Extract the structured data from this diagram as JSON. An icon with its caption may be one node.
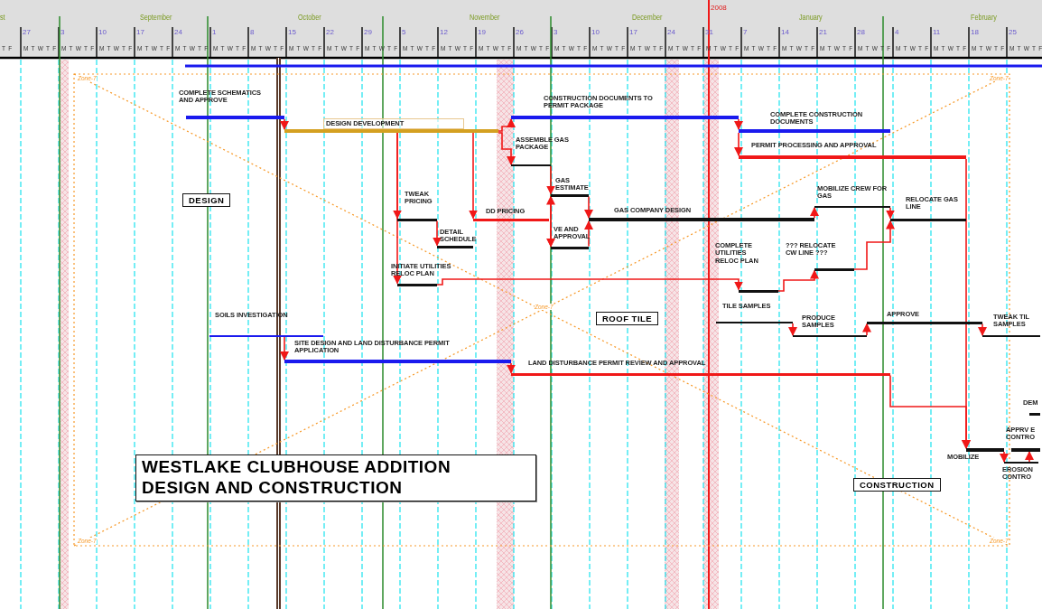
{
  "diagram": {
    "title": "WESTLAKE CLUBHOUSE ADDITION DESIGN AND CONSTRUCTION",
    "nodes": [
      {
        "text": [],
        "shape": "bar",
        "beside": [
          "COMPLETE SCHEMATICS AND APPROVE"
        ]
      },
      {
        "text": [],
        "shape": "bar",
        "beside": [
          "DESIGN DEVELOPMENT"
        ]
      },
      {
        "text": [],
        "shape": "bar",
        "beside": [
          "CONSTRUCTION DOCUMENTS TO PERMIT PACKAGE"
        ]
      },
      {
        "text": [],
        "shape": "bar",
        "beside": [
          "COMPLETE CONSTRUCTION DOCUMENTS"
        ]
      },
      {
        "text": [],
        "shape": "bar",
        "beside": [
          "PERMIT PROCESSING AND APPROVAL"
        ]
      },
      {
        "text": [],
        "shape": "bar",
        "beside": [
          "ASSEMBLE GAS PACKAGE"
        ]
      },
      {
        "text": [],
        "shape": "bar",
        "beside": [
          "GAS ESTIMATE"
        ]
      },
      {
        "text": [],
        "shape": "bar",
        "beside": [
          "VE AND APPROVAL"
        ]
      },
      {
        "text": [],
        "shape": "bar",
        "beside": [
          "GAS COMPANY DESIGN"
        ]
      },
      {
        "text": [],
        "shape": "bar",
        "beside": [
          "MOBILIZE CREW FOR GAS"
        ]
      },
      {
        "text": [],
        "shape": "bar",
        "beside": [
          "RELOCATE GAS LINE"
        ]
      },
      {
        "text": [],
        "shape": "bar",
        "beside": [
          "TWEAK PRICING"
        ]
      },
      {
        "text": [],
        "shape": "bar",
        "beside": [
          "DETAIL SCHEDULE"
        ]
      },
      {
        "text": [],
        "shape": "bar",
        "beside": [
          "DD PRICING"
        ]
      },
      {
        "text": [],
        "shape": "bar",
        "beside": [
          "INITIATE UTILITIES RELOC PLAN"
        ]
      },
      {
        "text": [],
        "shape": "bar",
        "beside": [
          "COMPLETE UTILITIES RELOC PLAN"
        ]
      },
      {
        "text": [],
        "shape": "bar",
        "beside": [
          "??? RELOCATE CW LINE ???"
        ]
      },
      {
        "text": [],
        "shape": "bar",
        "beside": [
          "SOILS INVESTIGATION"
        ]
      },
      {
        "text": [],
        "shape": "bar",
        "beside": [
          "SITE DESIGN AND LAND DISTURBANCE PERMIT APPLICATION"
        ]
      },
      {
        "text": [],
        "shape": "bar",
        "beside": [
          "LAND DISTURBANCE PERMIT REVIEW AND APPROVAL"
        ]
      },
      {
        "text": [],
        "shape": "bar",
        "beside": [
          "TILE SAMPLES"
        ]
      },
      {
        "text": [],
        "shape": "bar",
        "beside": [
          "PRODUCE SAMPLES"
        ]
      },
      {
        "text": [],
        "shape": "bar",
        "beside": [
          "APPROVE"
        ]
      },
      {
        "text": [],
        "shape": "bar",
        "beside": [
          "TWEAK TIL SAMPLES"
        ]
      },
      {
        "text": [],
        "shape": "bar",
        "beside": [
          "MOBILIZE"
        ]
      },
      {
        "text": [],
        "shape": "bar",
        "beside": [
          "EROSION CONTRO"
        ]
      },
      {
        "text": [],
        "shape": "bar",
        "beside": [
          "APPRV E CONTRO"
        ]
      },
      {
        "text": [],
        "shape": "bar",
        "beside": [
          "DEM"
        ]
      },
      {
        "text": [
          "DESIGN"
        ]
      },
      {
        "text": [
          "ROOF TILE"
        ]
      },
      {
        "text": [
          "CONSTRUCTION"
        ]
      }
    ],
    "edges": [
      {
        "from": 0,
        "to": 1,
        "arrow": "to"
      },
      {
        "from": 1,
        "to": 11,
        "arrow": "to"
      },
      {
        "from": 1,
        "to": 14,
        "arrow": "to"
      },
      {
        "from": 1,
        "to": 13,
        "arrow": "to"
      },
      {
        "from": 1,
        "to": 2,
        "arrow": "to"
      },
      {
        "from": 1,
        "to": 5,
        "arrow": "to"
      },
      {
        "from": 11,
        "to": 12,
        "arrow": "to"
      },
      {
        "from": 5,
        "to": 6,
        "arrow": "to"
      },
      {
        "from": 6,
        "to": 7,
        "arrow": "to"
      },
      {
        "from": 13,
        "to": 6,
        "arrow": "to"
      },
      {
        "from": 13,
        "to": 7,
        "arrow": "to"
      },
      {
        "from": 6,
        "to": 8,
        "arrow": "to"
      },
      {
        "from": 7,
        "to": 8,
        "arrow": "to"
      },
      {
        "from": 2,
        "to": 3,
        "arrow": "to"
      },
      {
        "from": 3,
        "to": 4,
        "arrow": "to"
      },
      {
        "from": 8,
        "to": 9,
        "arrow": "to"
      },
      {
        "from": 9,
        "to": 10,
        "arrow": "to"
      },
      {
        "from": 16,
        "to": 10,
        "arrow": "to"
      },
      {
        "from": 14,
        "to": 15,
        "arrow": "to"
      },
      {
        "from": 15,
        "to": 16,
        "arrow": "to"
      },
      {
        "from": 4,
        "to": 24,
        "arrow": "to"
      },
      {
        "from": 19,
        "to": 24,
        "arrow": "to"
      },
      {
        "from": 17,
        "to": 18,
        "arrow": "to"
      },
      {
        "from": 18,
        "to": 19,
        "arrow": "to"
      },
      {
        "from": 20,
        "to": 21,
        "arrow": "to"
      },
      {
        "from": 21,
        "to": 22,
        "arrow": "to"
      },
      {
        "from": 22,
        "to": 23,
        "arrow": "to"
      },
      {
        "from": 24,
        "to": 25,
        "arrow": "to"
      },
      {
        "from": 25,
        "to": 26,
        "arrow": "to"
      }
    ],
    "labels": [
      "st",
      "September",
      "October",
      "November",
      "December",
      "2008",
      "January",
      "February",
      "27",
      "3",
      "10",
      "17",
      "24",
      "1",
      "8",
      "15",
      "22",
      "29",
      "5",
      "12",
      "19",
      "26",
      "3",
      "10",
      "17",
      "24",
      "31",
      "7",
      "14",
      "21",
      "28",
      "4",
      "11",
      "18",
      "25",
      "T F",
      "M T W T F",
      "M T W T F",
      "M T W T F",
      "M T W T F",
      "M T W T F",
      "M T W T F",
      "M T W T F",
      "M T W T F",
      "M T W T F",
      "M T W T F",
      "M T W T F",
      "M T W T F",
      "M T W T F",
      "M T W T F",
      "M T W T F",
      "M T W T F",
      "M T W T F",
      "M T W T F",
      "M T W T F",
      "M T W T F",
      "M T W T F",
      "M T W T F",
      "M T W T F",
      "M T W T F",
      "M T W T F",
      "M T W T F",
      "M T W T F",
      "Zone-7",
      "Zone-7",
      "Zone-7",
      "Zone-7",
      "Zone-7"
    ]
  }
}
